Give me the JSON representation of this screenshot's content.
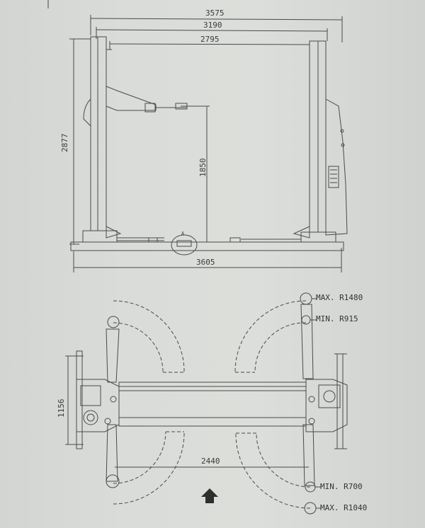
{
  "front_view": {
    "width_overall": "3575",
    "width_columns": "3190",
    "width_inner": "2795",
    "height_overall": "2877",
    "lift_height": "1850",
    "base_width": "3605",
    "detail_marker": "A"
  },
  "top_view": {
    "arm_max_top": "MAX. R1480",
    "arm_min_top": "MIN. R915",
    "arm_min_bottom": "MIN. R700",
    "arm_max_bottom": "MAX. R1040",
    "column_depth": "1156",
    "drive_through": "2440"
  },
  "colors": {
    "paper": "#d9dbd8",
    "ink": "#3a3a3a"
  },
  "icons": {
    "direction_arrow": "up-arrow-icon"
  }
}
